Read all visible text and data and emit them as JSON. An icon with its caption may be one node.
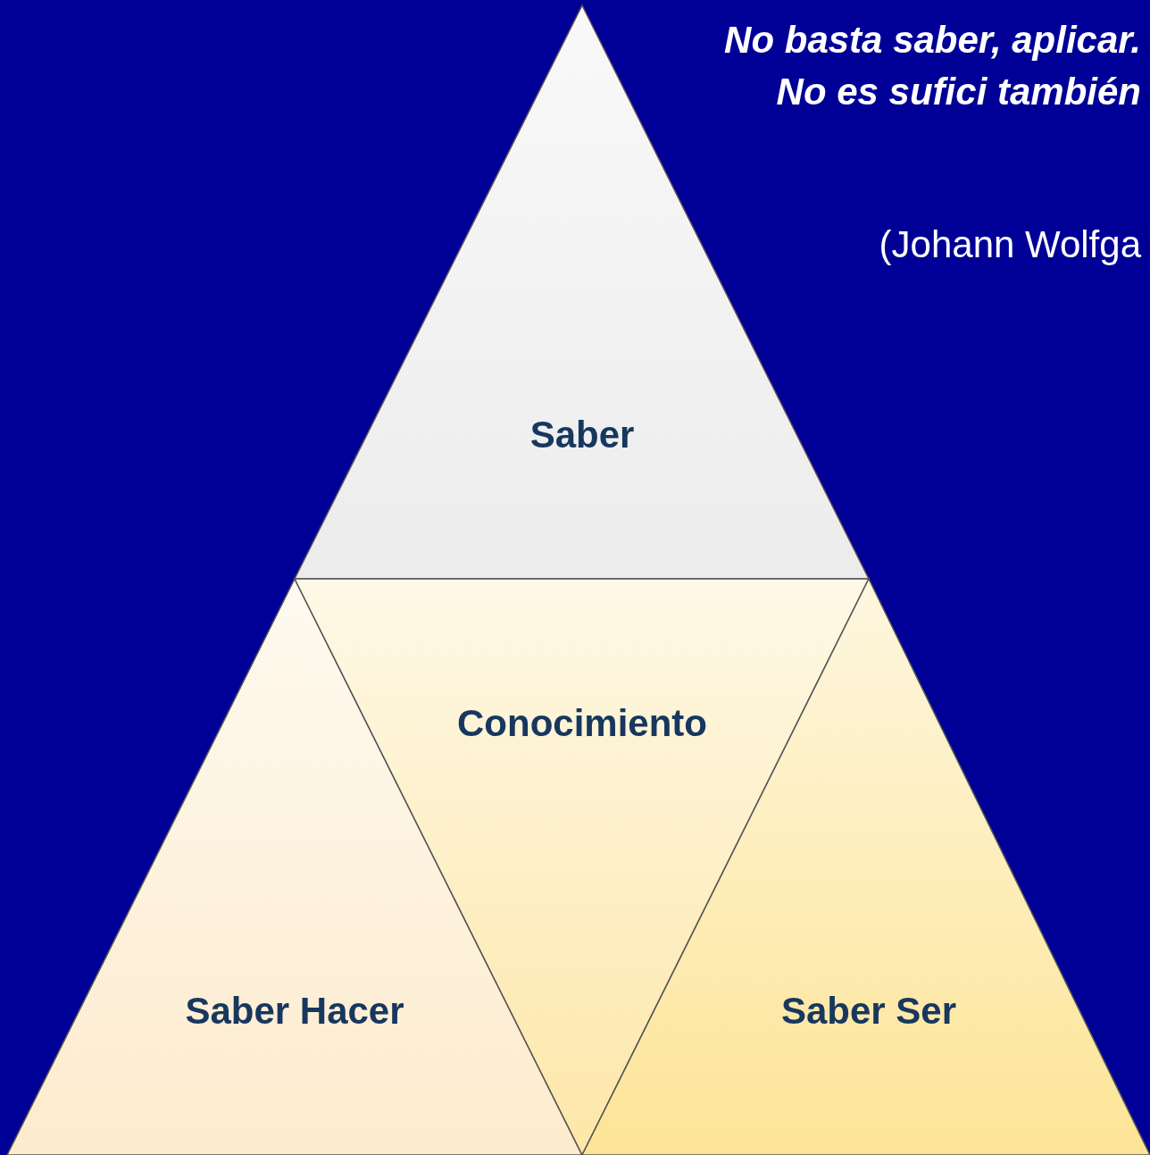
{
  "diagram": {
    "nodes": [
      {
        "text": [
          "Saber"
        ]
      },
      {
        "text": [
          "Saber Hacer"
        ]
      },
      {
        "text": [
          "Conocimiento"
        ]
      },
      {
        "text": [
          "Saber Ser"
        ]
      }
    ],
    "labels": [
      "No basta saber, aplicar. No es sufici también",
      "(Johann Wolfga"
    ]
  }
}
